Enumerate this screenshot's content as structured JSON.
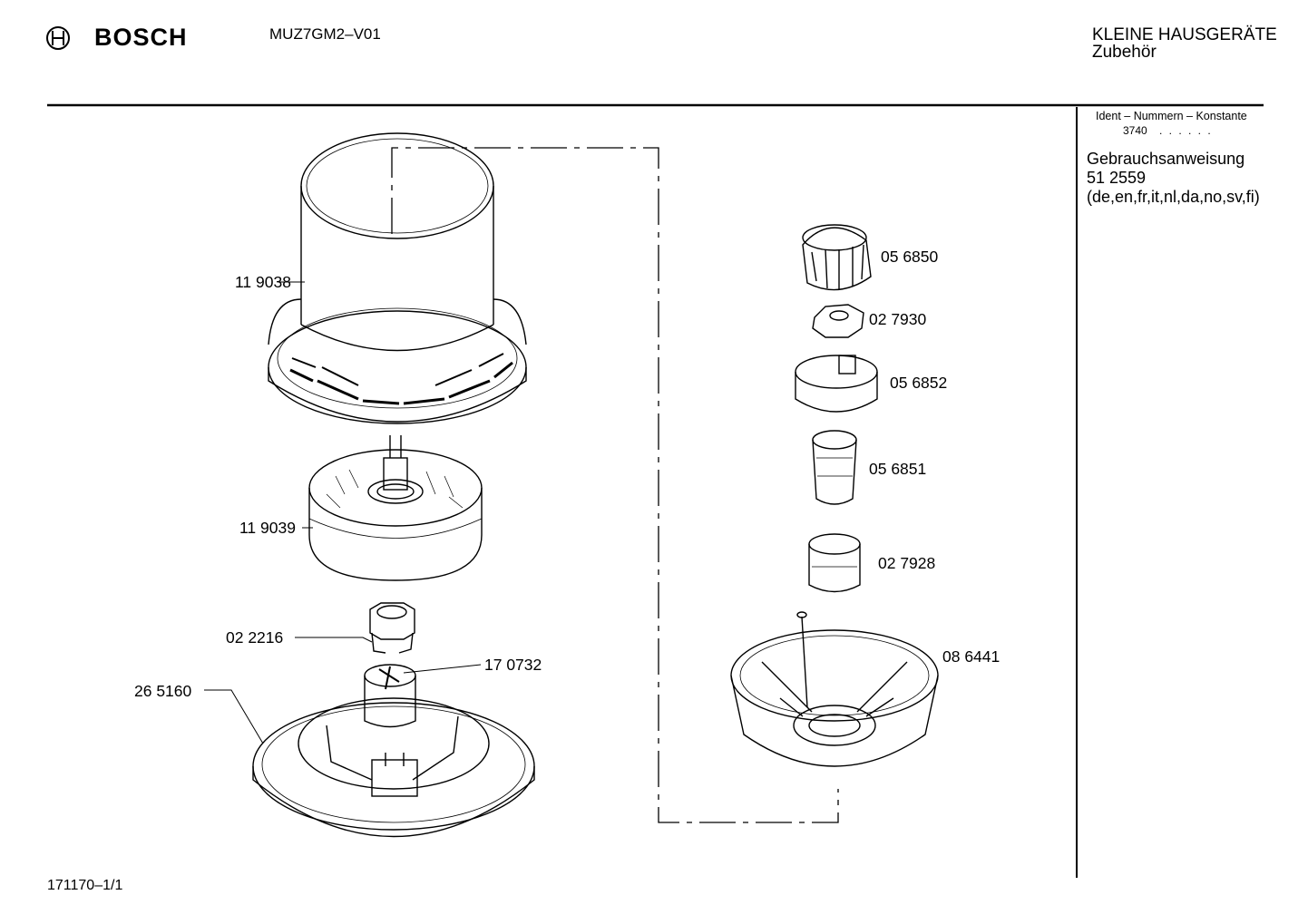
{
  "header": {
    "brand": "BOSCH",
    "model": "MUZ7GM2–V01",
    "category": "KLEINE HAUSGERÄTE",
    "subcategory": "Zubehör"
  },
  "sidebar": {
    "ident_title": "Ident – Nummern – Konstante",
    "constant": "3740",
    "constant_dots": ". . . . . .",
    "doc_title": "Gebrauchsanweisung",
    "doc_number": "51 2559",
    "doc_languages": "(de,en,fr,it,nl,da,no,sv,fi)"
  },
  "parts": {
    "p119038": "11 9038",
    "p119039": "11 9039",
    "p022216": "02 2216",
    "p170732": "17 0732",
    "p265160": "26 5160",
    "p056850": "05 6850",
    "p027930": "02 7930",
    "p056852": "05 6852",
    "p056851": "05 6851",
    "p027928": "02 7928",
    "p086441": "08 6441"
  },
  "footer": {
    "sheet": "171170–1/1"
  }
}
